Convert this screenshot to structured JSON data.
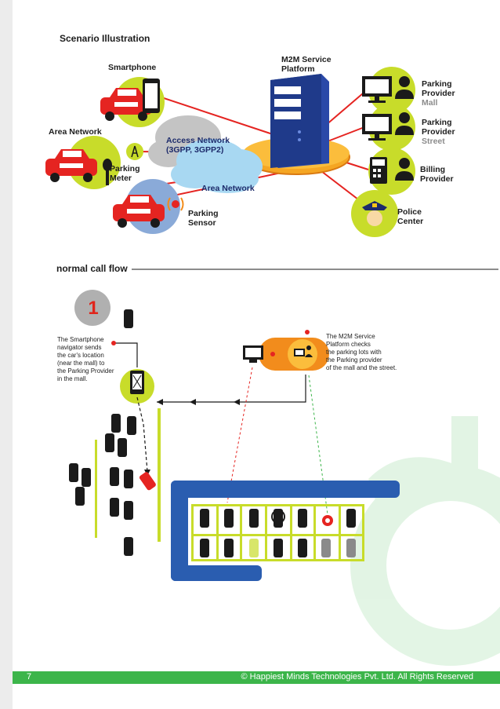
{
  "scenario": {
    "heading": "Scenario Illustration",
    "smartphone": "Smartphone",
    "area_network_left": "Area Network",
    "parking_meter": [
      "Parking",
      "Meter"
    ],
    "access_network": [
      "Access Network",
      "(3GPP, 3GPP2)"
    ],
    "area_network_bottom": "Area Network",
    "parking_sensor": [
      "Parking",
      "Sensor"
    ],
    "m2m_platform": [
      "M2M Service",
      "Platform"
    ],
    "provider_mall": [
      "Parking",
      "Provider",
      "Mall"
    ],
    "provider_street": [
      "Parking",
      "Provider",
      "Street"
    ],
    "billing_provider": [
      "Billing",
      "Provider"
    ],
    "police_center": [
      "Police",
      "Center"
    ]
  },
  "flow": {
    "heading": "normal call flow",
    "step_number": "1",
    "navigator_note": [
      "The Smartphone",
      "navigator sends",
      "the car's location",
      "(near the mall) to",
      "the Parking Provider",
      "in the mall."
    ],
    "platform_note": [
      "The M2M Service",
      "Platform checks",
      "the parking lots with",
      "the Parking provider",
      "of the mall and the street."
    ]
  },
  "footer": {
    "page_number": "7",
    "copyright": "© Happiest Minds Technologies Pvt. Ltd. All Rights Reserved"
  },
  "colors": {
    "accent_green": "#3cb54a",
    "lime": "#c8dc2a",
    "car_red": "#e52421",
    "server_blue": "#1f3a8a",
    "orange": "#f28c1c",
    "cloud_blue": "#a8d8f2"
  }
}
